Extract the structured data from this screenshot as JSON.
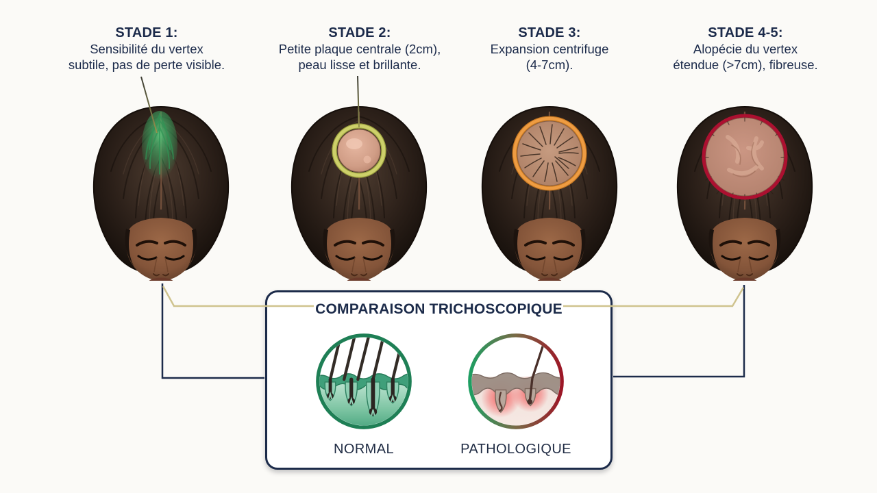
{
  "figure": {
    "subject": "progression de l'alopécie du vertex, vue du dessus",
    "stages": [
      {
        "title": "STADE 1:",
        "lines": [
          "Sensibilité du vertex",
          "subtile, pas de perte visible."
        ],
        "marker": "green-vertex-highlight",
        "marker_color": "#3c9e5e"
      },
      {
        "title": "STADE 2:",
        "lines": [
          "Petite plaque centrale (2cm),",
          "peau lisse et brillante."
        ],
        "marker": "small-bald-patch-ring",
        "marker_color": "#c9cc62"
      },
      {
        "title": "STADE 3:",
        "lines": [
          "Expansion centrifuge",
          "(4-7cm)."
        ],
        "marker": "medium-bald-patch-ring",
        "marker_color": "#ee9c42"
      },
      {
        "title": "STADE 4-5:",
        "lines": [
          "Alopécie du vertex",
          "étendue (>7cm), fibreuse."
        ],
        "marker": "large-fibrotic-patch-ring",
        "marker_color": "#ac1030"
      }
    ],
    "comparison": {
      "title": "COMPARAISON TRICHOSCOPIQUE",
      "labels": {
        "normal": "NORMAL",
        "pathological": "PATHOLOGIQUE"
      },
      "normal_color": "#1e7f55",
      "pathological_color": "#9c1626"
    },
    "colors": {
      "text_navy": "#1b2a4a",
      "connector_navy": "#1c2b4a",
      "connector_gold": "#cfc38e",
      "background": "#fbfaf7"
    }
  }
}
